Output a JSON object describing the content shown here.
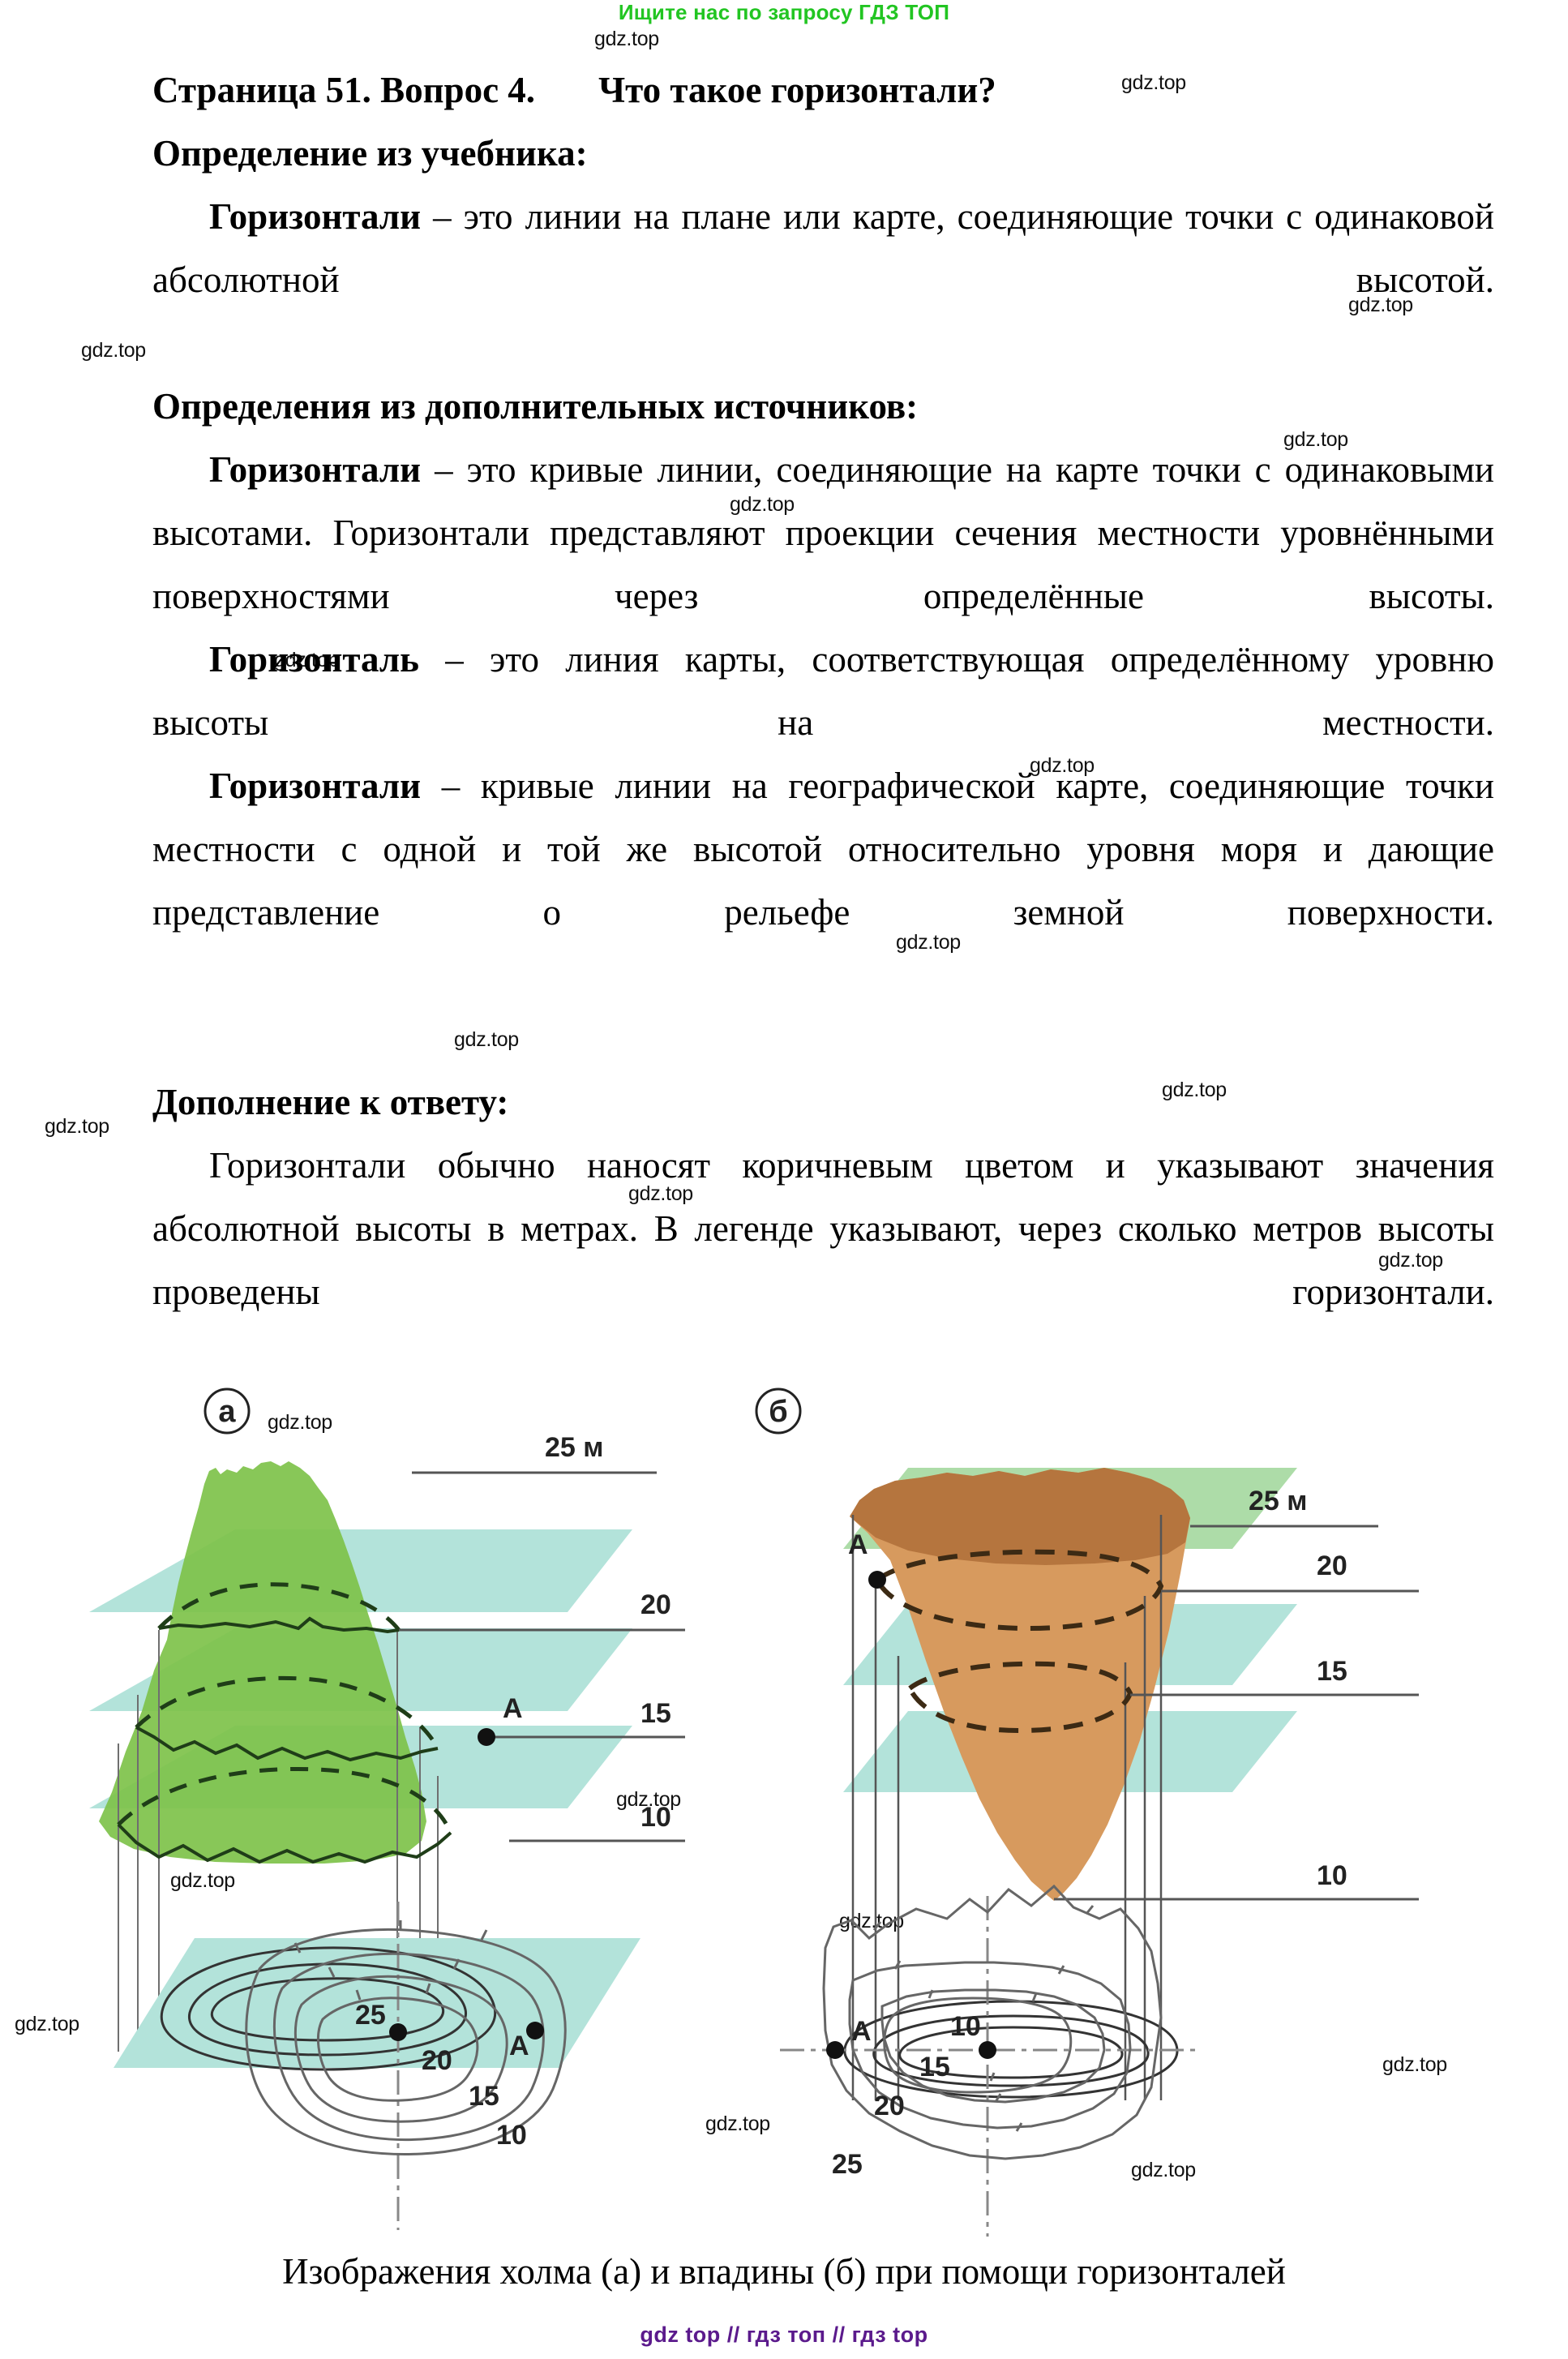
{
  "promo": {
    "text": "Ищите нас по запросу ГДЗ ТОП"
  },
  "footer": {
    "text": "gdz top  //  гдз топ  //  гдз top"
  },
  "watermark": {
    "label": "gdz.top"
  },
  "heading": {
    "page_question": "Страница 51. Вопрос 4.",
    "question": "Что такое горизонтали?"
  },
  "sections": {
    "textbook_definition_title": "Определение из учебника:",
    "extra_sources_title": "Определения из дополнительных источников:",
    "addition_title": "Дополнение к ответу:"
  },
  "paragraphs": {
    "p1_term": "Горизонтали",
    "p1_text": " – это линии на плане или карте, соединяющие точки с одинаковой абсолютной высотой.",
    "p2_term": "Горизонтали",
    "p2_text": " – это кривые линии, соединяющие на карте точки с одинаковыми высотами. Горизонтали представляют проекции сечения местности уровнёнными поверхностями через определённые высоты.",
    "p3_term": "Горизонталь",
    "p3_text": " – это линия карты, соответствующая определённому уровню высоты на местности.",
    "p4_term": "Горизонтали",
    "p4_text": " – кривые линии на географической карте, соединяющие точки местности с одной и той же высотой относительно уровня моря и дающие представление о рельефе земной поверхности.",
    "p5_text": "Горизонтали обычно наносят коричневым цветом и указывают значения абсолютной высоты в метрах. В легенде указывают, через сколько метров высоты проведены горизонтали."
  },
  "figure": {
    "caption": "Изображения холма (а) и впадины (б) при помощи горизонталей",
    "panel_a": {
      "tag": "а",
      "type": "hill",
      "point_label": "A",
      "top_label": "25 м",
      "level_labels": [
        "20",
        "15",
        "10"
      ],
      "map_labels": [
        "25",
        "20",
        "15",
        "10"
      ],
      "map_point_label": "A",
      "hill_color": "#7ec24a",
      "plane_color": "#b3e3da"
    },
    "panel_b": {
      "tag": "б",
      "type": "basin",
      "point_label": "A",
      "top_label": "25 м",
      "level_labels": [
        "20",
        "15",
        "10"
      ],
      "map_labels": [
        "10",
        "15",
        "20",
        "25"
      ],
      "map_point_label": "A",
      "basin_color": "#d79a5e",
      "basin_top_color": "#b5753e",
      "plane_color": "#b3e3da",
      "top_plane_color": "#addca8"
    }
  },
  "colors": {
    "promo_green": "#22c522",
    "footer_purple": "#5b1a8c",
    "text_black": "#000000"
  }
}
